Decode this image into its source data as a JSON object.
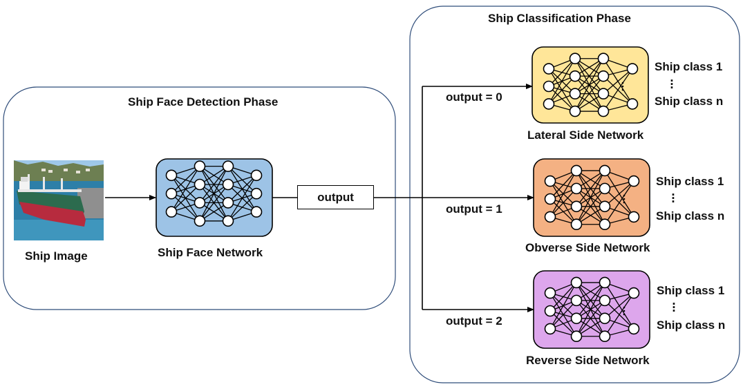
{
  "phases": {
    "detection": {
      "title": "Ship Face Detection Phase"
    },
    "classification": {
      "title": "Ship Classification Phase"
    }
  },
  "input": {
    "label": "Ship Image"
  },
  "face_network": {
    "label": "Ship Face Network",
    "color": "#9dc3e6"
  },
  "output_box": {
    "label": "output"
  },
  "branches": [
    {
      "condition": "output = 0",
      "network": "Lateral Side Network",
      "color": "#ffe699",
      "class_first": "Ship class 1",
      "class_last": "Ship class n"
    },
    {
      "condition": "output = 1",
      "network": "Obverse Side Network",
      "color": "#f4b183",
      "class_first": "Ship class 1",
      "class_last": "Ship class n"
    },
    {
      "condition": "output = 2",
      "network": "Reverse Side Network",
      "color": "#dda6ec",
      "class_first": "Ship class 1",
      "class_last": "Ship class n"
    }
  ],
  "colors": {
    "panel_border": "#2f4d7a",
    "arrow": "#000000"
  }
}
